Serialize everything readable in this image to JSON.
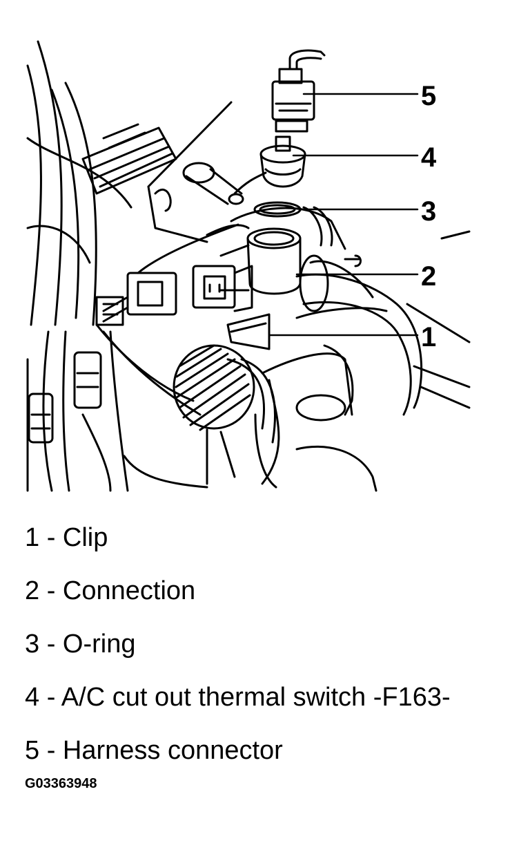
{
  "callouts": {
    "c1": "1",
    "c2": "2",
    "c3": "3",
    "c4": "4",
    "c5": "5"
  },
  "legend": [
    {
      "text": "1 - Clip"
    },
    {
      "text": "2 - Connection"
    },
    {
      "text": "3 - O-ring"
    },
    {
      "text": "4 - A/C cut out thermal switch  -F163-"
    },
    {
      "text": "5 - Harness connector"
    }
  ],
  "figure_id": "G03363948",
  "colors": {
    "ink": "#000000",
    "paper": "#ffffff"
  }
}
